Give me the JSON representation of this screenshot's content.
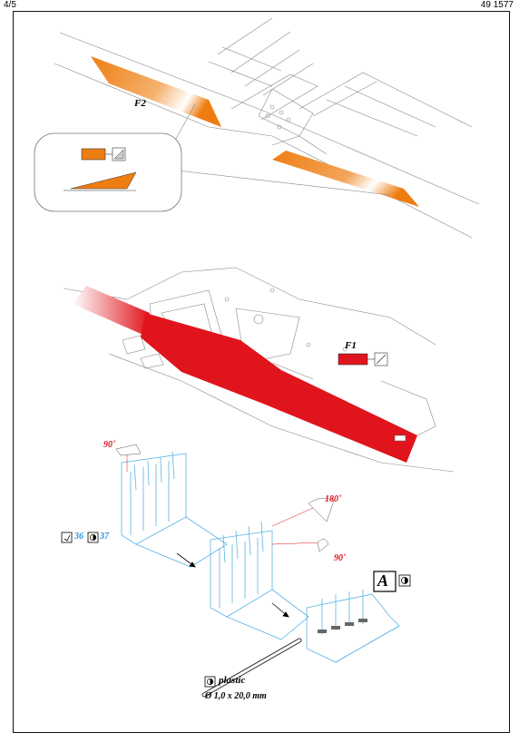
{
  "page": {
    "number": "4/5",
    "code": "49 1577"
  },
  "parts": {
    "f2": "F2",
    "f1": "F1",
    "assembly_a": "A"
  },
  "angles": {
    "a1": "90˚",
    "a2": "180˚",
    "a3": "90˚"
  },
  "refs": {
    "ref1": "36",
    "ref2": "37"
  },
  "note": {
    "material": "plastic",
    "size": "Ø 1,0 x 20,0 mm"
  },
  "colors": {
    "orange": "#ee7d11",
    "red": "#e0141c",
    "cyan": "#5ab4e5",
    "outline": "#888888"
  }
}
